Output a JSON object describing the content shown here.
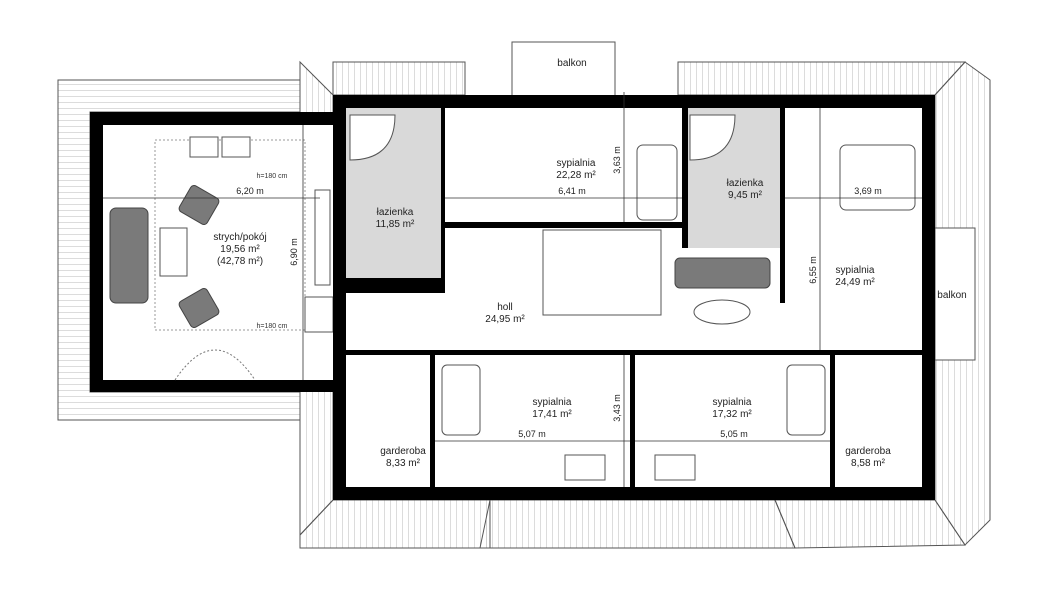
{
  "plan": {
    "colors": {
      "walls": "#000000",
      "bathroom_floor": "#d9d9d9",
      "furniture": "#7a7a7a"
    },
    "rooms": [
      {
        "name": "strych/pokój",
        "area": "19,56 m²",
        "area_extra": "(42,78 m²)"
      },
      {
        "name": "łazienka",
        "area": "11,85 m²"
      },
      {
        "name": "sypialnia",
        "area": "22,28 m²"
      },
      {
        "name": "łazienka",
        "area": "9,45 m²"
      },
      {
        "name": "sypialnia",
        "area": "24,49 m²"
      },
      {
        "name": "holl",
        "area": "24,95 m²"
      },
      {
        "name": "sypialnia",
        "area": "17,41 m²"
      },
      {
        "name": "sypialnia",
        "area": "17,32 m²"
      },
      {
        "name": "garderoba",
        "area": "8,33 m²"
      },
      {
        "name": "garderoba",
        "area": "8,58 m²"
      }
    ],
    "balconies": [
      "balkon",
      "balkon"
    ],
    "dimensions": {
      "attic_width": "6,20 m",
      "attic_depth": "6,90 m",
      "attic_height_top": "h=180 cm",
      "attic_height_bottom": "h=180 cm",
      "bedroom1_width": "6,41 m",
      "bedroom1_depth": "3,63 m",
      "bedroom_right_width": "3,69 m",
      "bedroom_right_depth": "6,55 m",
      "bedroom_bl_width": "5,07 m",
      "bedroom_bl_depth": "3,43 m",
      "bedroom_br_width": "5,05 m"
    }
  }
}
